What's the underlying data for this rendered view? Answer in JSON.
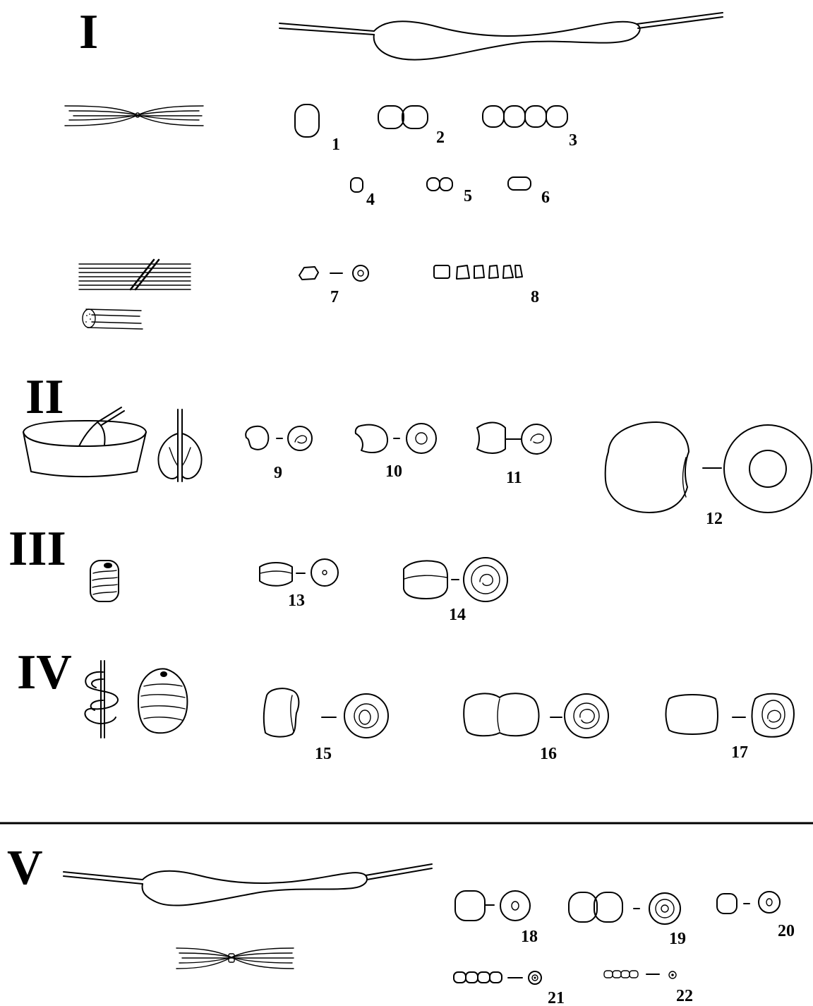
{
  "sections": {
    "I": {
      "label": "I"
    },
    "II": {
      "label": "II"
    },
    "III": {
      "label": "III"
    },
    "IV": {
      "label": "IV"
    },
    "V": {
      "label": "V"
    }
  },
  "beads": [
    {
      "id": "1",
      "label": "1"
    },
    {
      "id": "2",
      "label": "2"
    },
    {
      "id": "3",
      "label": "3"
    },
    {
      "id": "4",
      "label": "4"
    },
    {
      "id": "5",
      "label": "5"
    },
    {
      "id": "6",
      "label": "6"
    },
    {
      "id": "7",
      "label": "7"
    },
    {
      "id": "8",
      "label": "8"
    },
    {
      "id": "9",
      "label": "9"
    },
    {
      "id": "10",
      "label": "10"
    },
    {
      "id": "11",
      "label": "11"
    },
    {
      "id": "12",
      "label": "12"
    },
    {
      "id": "13",
      "label": "13"
    },
    {
      "id": "14",
      "label": "14"
    },
    {
      "id": "15",
      "label": "15"
    },
    {
      "id": "16",
      "label": "16"
    },
    {
      "id": "17",
      "label": "17"
    },
    {
      "id": "18",
      "label": "18"
    },
    {
      "id": "19",
      "label": "19"
    },
    {
      "id": "20",
      "label": "20"
    },
    {
      "id": "21",
      "label": "21"
    },
    {
      "id": "22",
      "label": "22"
    }
  ],
  "icons": {
    "drawn_tube": "drawn-glass-tube-icon",
    "twisted_strands": "twisted-glass-strands-icon",
    "cane_bundle": "cane-bundle-icon",
    "cane_cross_section": "cane-cross-section-icon",
    "crucible": "molten-glass-crucible-icon",
    "mandrel_drop": "glass-drop-on-mandrel-icon",
    "wound_bead": "wound-bead-icon",
    "coil_mandrel": "coil-on-mandrel-icon",
    "coiled_bead": "coiled-bead-icon"
  },
  "colors": {
    "ink": "#000000",
    "paper": "#ffffff"
  }
}
